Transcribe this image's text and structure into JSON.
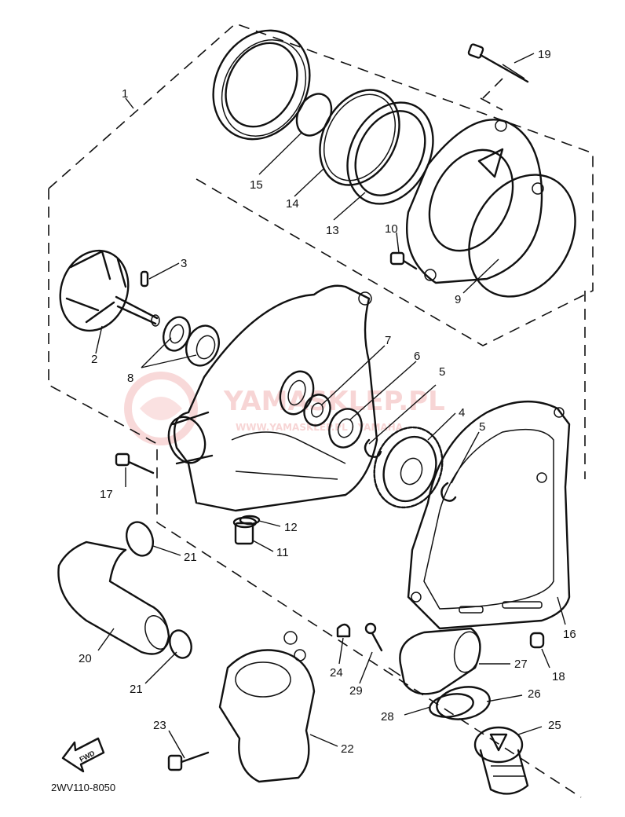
{
  "diagram_code": "2WV110-8050",
  "watermark": {
    "text": "YAMASKLEP.PL",
    "subtext": "WWW.YAMASKLEP.PL · YAMAHA",
    "color": "#e88080"
  },
  "fwd_arrow_label": "FWD",
  "labels": {
    "p1": "1",
    "p2": "2",
    "p3": "3",
    "p4": "4",
    "p5a": "5",
    "p5b": "5",
    "p6": "6",
    "p7": "7",
    "p8": "8",
    "p9": "9",
    "p10": "10",
    "p11": "11",
    "p12": "12",
    "p13": "13",
    "p14": "14",
    "p15": "15",
    "p16": "16",
    "p17": "17",
    "p18": "18",
    "p19": "19",
    "p20": "20",
    "p21a": "21",
    "p21b": "21",
    "p22": "22",
    "p23": "23",
    "p24": "24",
    "p25": "25",
    "p26": "26",
    "p27": "27",
    "p28": "28",
    "p29": "29"
  }
}
